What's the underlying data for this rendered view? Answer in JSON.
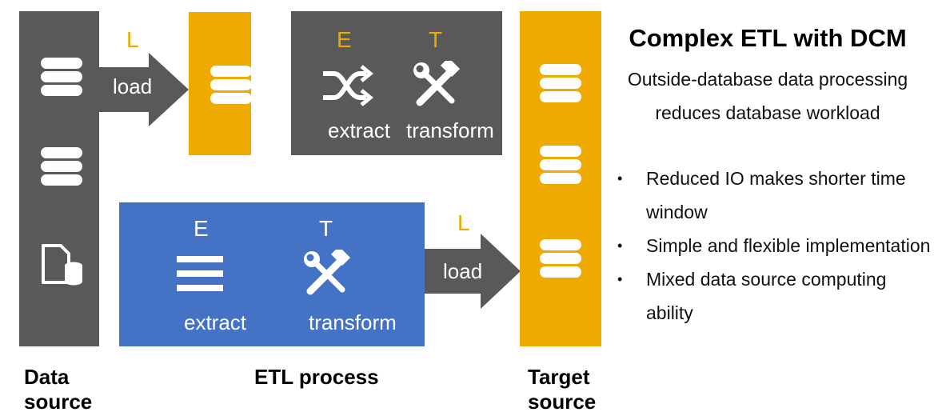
{
  "colors": {
    "gray": "#595959",
    "orange": "#EEAA00",
    "blue": "#4472C4",
    "white": "#FFFFFF"
  },
  "columns": {
    "data_source": "Data\nsource",
    "etl_process": "ETL process",
    "target_source": "Target\nsource"
  },
  "top_flow": {
    "load_letter": "L",
    "load_label": "load",
    "extract_letter": "E",
    "transform_letter": "T",
    "extract_label": "extract",
    "transform_label": "transform"
  },
  "bottom_flow": {
    "extract_letter": "E",
    "transform_letter": "T",
    "extract_label": "extract",
    "transform_label": "transform",
    "load_letter": "L",
    "load_label": "load"
  },
  "icons": {
    "data_source": [
      "database-icon",
      "database-icon",
      "file-database-icon"
    ],
    "staging": "database-icon",
    "extract_top": "shuffle-icon",
    "transform": "tools-icon",
    "extract_bottom": "list-icon",
    "target": [
      "database-icon",
      "database-icon",
      "database-icon"
    ]
  },
  "panel": {
    "title": "Complex ETL with DCM",
    "subtitle": "Outside-database data processing reduces database workload",
    "bullet_char": "•",
    "bullets": [
      "Reduced IO makes shorter time window",
      "Simple and flexible implementation",
      "Mixed data source computing ability"
    ]
  }
}
